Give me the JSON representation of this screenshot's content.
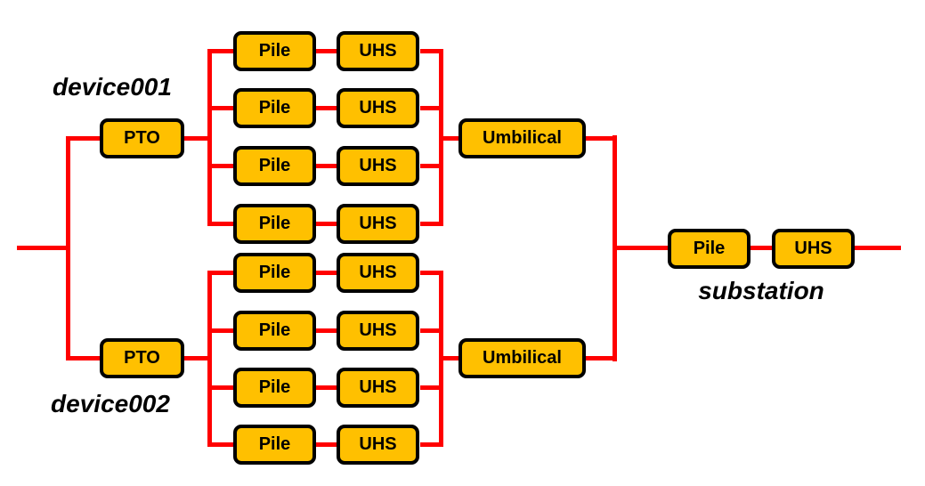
{
  "colors": {
    "block_fill": "#FFC000",
    "block_border": "#000000",
    "connector_line": "#FF0000",
    "label_text": "#000000"
  },
  "devices": [
    {
      "name": "device001",
      "pto_label": "PTO",
      "umbilical_label": "Umbilical",
      "branches": [
        {
          "pile_label": "Pile",
          "uhs_label": "UHS"
        },
        {
          "pile_label": "Pile",
          "uhs_label": "UHS"
        },
        {
          "pile_label": "Pile",
          "uhs_label": "UHS"
        },
        {
          "pile_label": "Pile",
          "uhs_label": "UHS"
        }
      ]
    },
    {
      "name": "device002",
      "pto_label": "PTO",
      "umbilical_label": "Umbilical",
      "branches": [
        {
          "pile_label": "Pile",
          "uhs_label": "UHS"
        },
        {
          "pile_label": "Pile",
          "uhs_label": "UHS"
        },
        {
          "pile_label": "Pile",
          "uhs_label": "UHS"
        },
        {
          "pile_label": "Pile",
          "uhs_label": "UHS"
        }
      ]
    }
  ],
  "substation": {
    "name": "substation",
    "pile_label": "Pile",
    "uhs_label": "UHS"
  }
}
